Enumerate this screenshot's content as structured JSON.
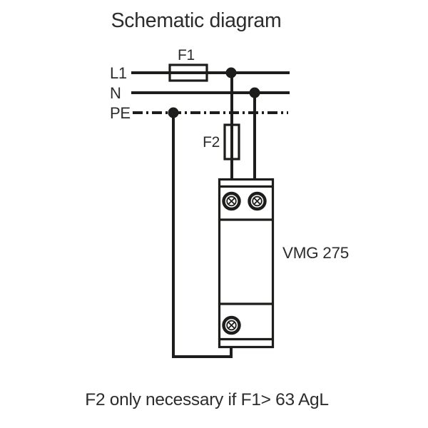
{
  "title": "Schematic diagram",
  "rails": {
    "l1": "L1",
    "n": "N",
    "pe": "PE"
  },
  "fuses": {
    "f1": "F1",
    "f2": "F2"
  },
  "device": {
    "model": "VMG 275"
  },
  "note": "F2 only necessary if F1> 63 AgL",
  "colors": {
    "ink": "#1d1d1b",
    "text": "#2c2c2b",
    "background": "#ffffff"
  }
}
